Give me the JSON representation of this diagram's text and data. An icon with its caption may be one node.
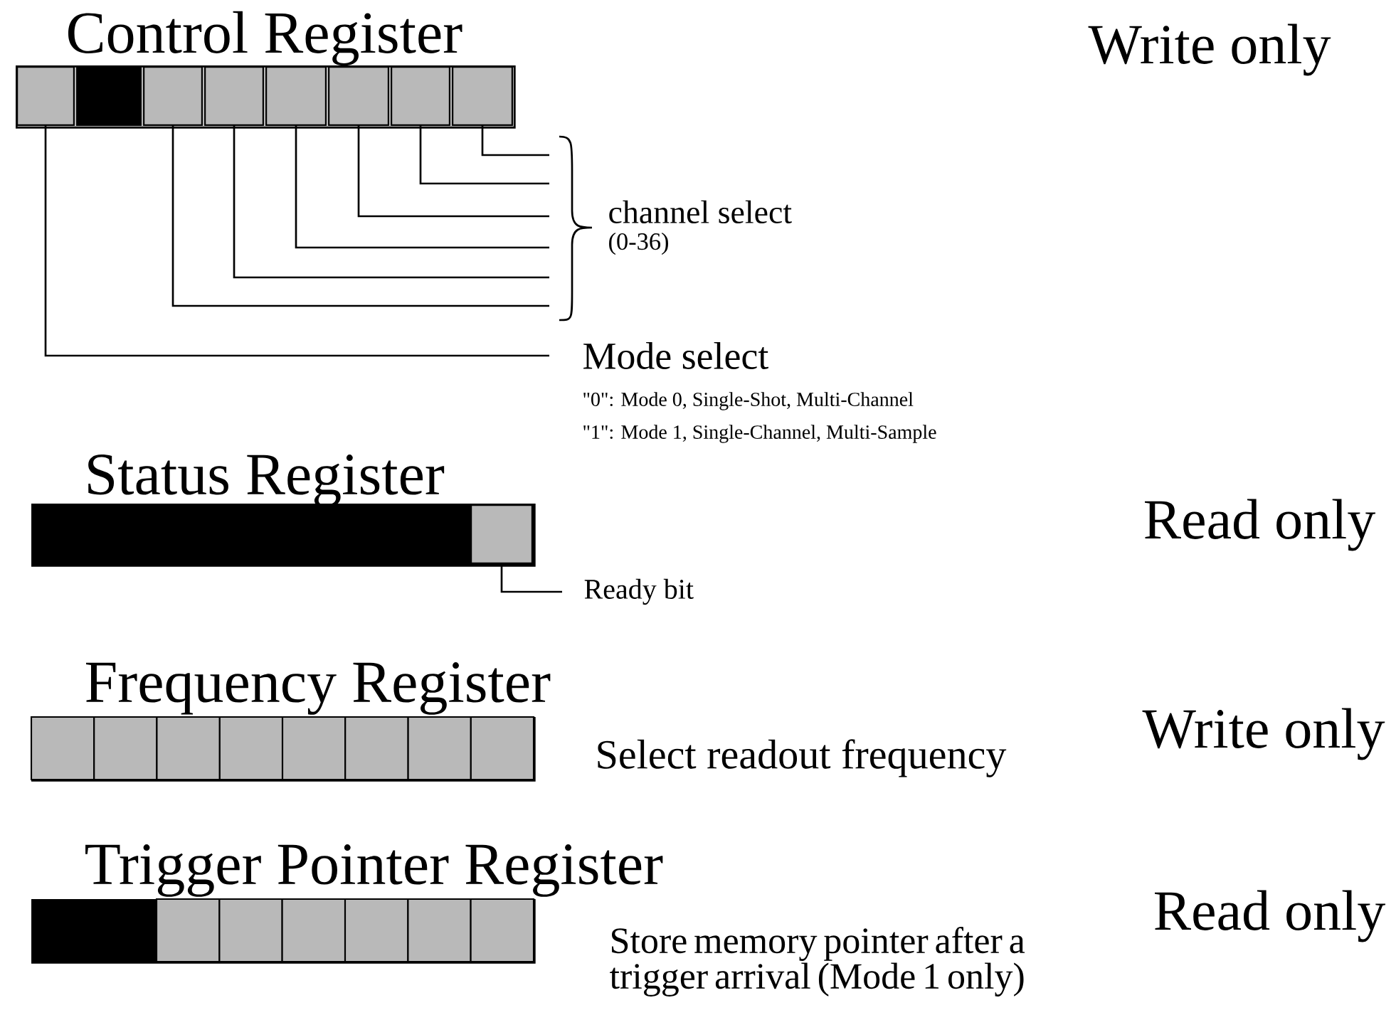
{
  "diagram": {
    "nodes": [
      {
        "text": [
          "Control Register"
        ]
      },
      {
        "text": [],
        "shape": "box",
        "in": 0
      },
      {
        "text": [],
        "shape": "box",
        "in": 0
      },
      {
        "text": [],
        "shape": "box",
        "in": 0
      },
      {
        "text": [],
        "shape": "box",
        "in": 0
      },
      {
        "text": [],
        "shape": "box",
        "in": 0
      },
      {
        "text": [],
        "shape": "box",
        "in": 0
      },
      {
        "text": [],
        "shape": "box",
        "in": 0
      },
      {
        "text": [],
        "shape": "box",
        "in": 0
      },
      {
        "text": [
          "channel select",
          "(0-36)"
        ]
      },
      {
        "text": [
          "Mode select"
        ],
        "beside": [
          "\"0\": Mode 0, Single-Shot, Multi-Channel",
          "\"1\": Mode 1, Single-Channel, Multi-Sample"
        ]
      },
      {
        "text": [
          "Status Register"
        ]
      },
      {
        "text": [],
        "shape": "box",
        "in": 11
      },
      {
        "text": [
          "Ready bit"
        ]
      },
      {
        "text": [
          "Frequency Register"
        ],
        "beside": [
          "Select readout frequency"
        ]
      },
      {
        "text": [
          "Trigger Pointer Register"
        ],
        "beside": [
          "Store memory pointer after a trigger arrival (Mode 1 only)"
        ]
      }
    ],
    "edges": [
      {
        "from": 8,
        "to": 9,
        "arrow": "none"
      },
      {
        "from": 7,
        "to": 9,
        "arrow": "none"
      },
      {
        "from": 6,
        "to": 9,
        "arrow": "none"
      },
      {
        "from": 5,
        "to": 9,
        "arrow": "none"
      },
      {
        "from": 4,
        "to": 9,
        "arrow": "none"
      },
      {
        "from": 3,
        "to": 9,
        "arrow": "none"
      },
      {
        "from": 1,
        "to": 10,
        "arrow": "none"
      },
      {
        "from": 12,
        "to": 13,
        "arrow": "none"
      }
    ],
    "labels": [
      "Write only",
      "Read only",
      "Write only",
      "Read only"
    ]
  }
}
